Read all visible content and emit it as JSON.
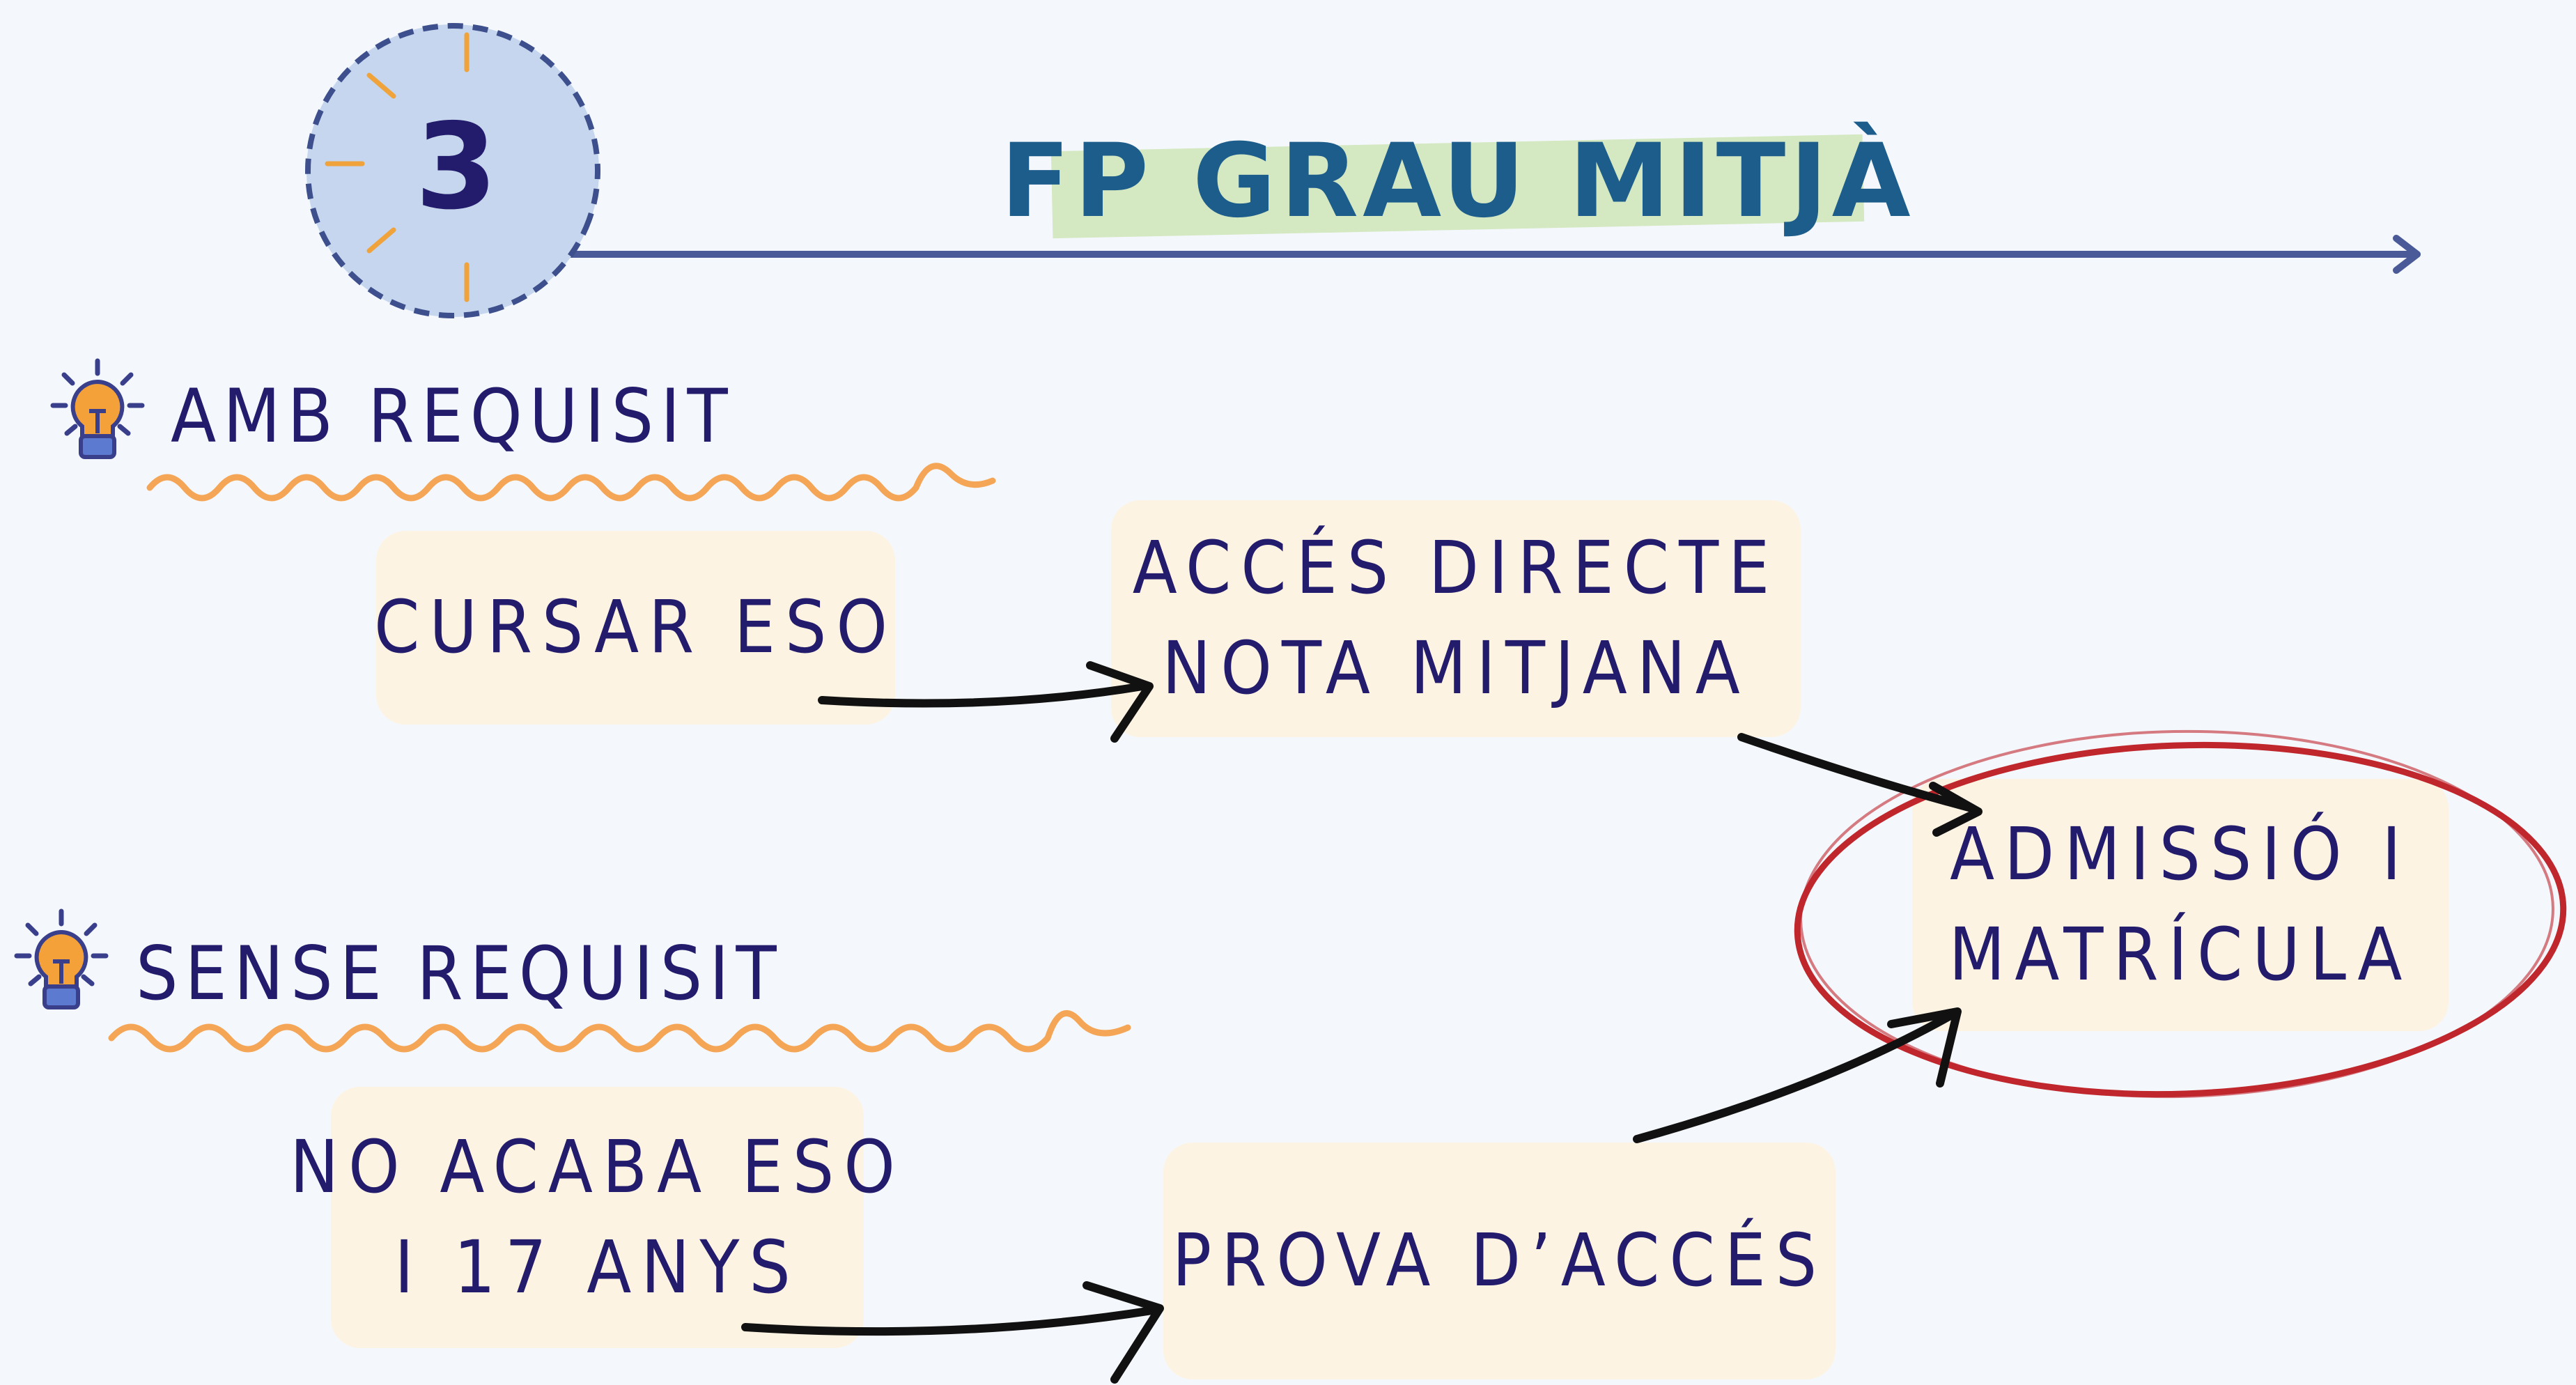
{
  "step": {
    "number": "3"
  },
  "title": "FP GRAU MITJÀ",
  "sections": {
    "with_requirement": {
      "label": "AMB REQUISIT",
      "icon": "lightbulb-icon"
    },
    "without_requirement": {
      "label": "SENSE REQUISIT",
      "icon": "lightbulb-icon"
    }
  },
  "boxes": {
    "cursar_eso": {
      "lines": [
        "CURSAR ESO"
      ]
    },
    "acces_directe": {
      "lines": [
        "ACCÉS DIRECTE",
        "NOTA MITJANA"
      ]
    },
    "admissio": {
      "lines": [
        "ADMISSIÓ I",
        "MATRÍCULA"
      ]
    },
    "no_acaba": {
      "lines": [
        "NO ACABA ESO",
        "I 17 ANYS"
      ]
    },
    "prova": {
      "lines": [
        "PROVA D’ACCÉS"
      ]
    }
  },
  "colors": {
    "background": "#f4f8fc",
    "text_dark": "#231b6b",
    "title_blue": "#1d5d8c",
    "title_highlight": "#d4e8c2",
    "badge_fill": "#c5d6ee",
    "badge_dash": "#3d4f8c",
    "timeline": "#4a5a98",
    "wavy_underline": "#f5a556",
    "box_fill": "#fdf3e3",
    "arrow": "#111111",
    "circle_mark": "#c0272d"
  }
}
